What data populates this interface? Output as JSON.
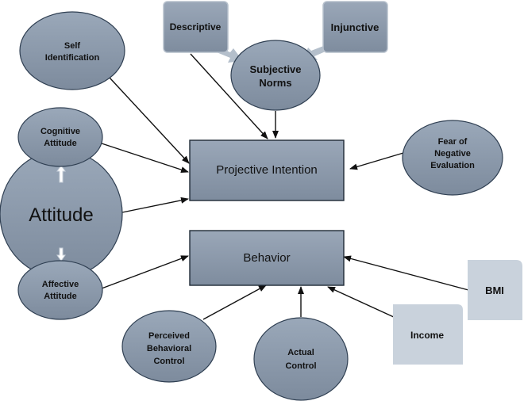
{
  "diagram": {
    "nodes": {
      "descriptive": "Descriptive",
      "injunctive": "Injunctive",
      "subjective_norms": [
        "Subjective",
        "Norms"
      ],
      "self_identification": [
        "Self",
        "Identification"
      ],
      "cognitive_attitude": [
        "Cognitive",
        "Attitude"
      ],
      "attitude": "Attitude",
      "affective_attitude": [
        "Affective",
        "Attitude"
      ],
      "projective_intention": "Projective Intention",
      "fear_of_negative_evaluation": [
        "Fear of",
        "Negative",
        "Evaluation"
      ],
      "behavior": "Behavior",
      "perceived_behavioral_control": [
        "Perceived",
        "Behavioral",
        "Control"
      ],
      "actual_control": [
        "Actual",
        "Control"
      ],
      "income": "Income",
      "bmi": "BMI"
    },
    "colors": {
      "circle_fill": "#8896a8",
      "box_fill": "#8896a8",
      "rounded_box_fill": "#8a97a9",
      "light_box_fill": "#c9d2dc",
      "stroke": "#2f3f52",
      "arrow": "#111111"
    }
  }
}
